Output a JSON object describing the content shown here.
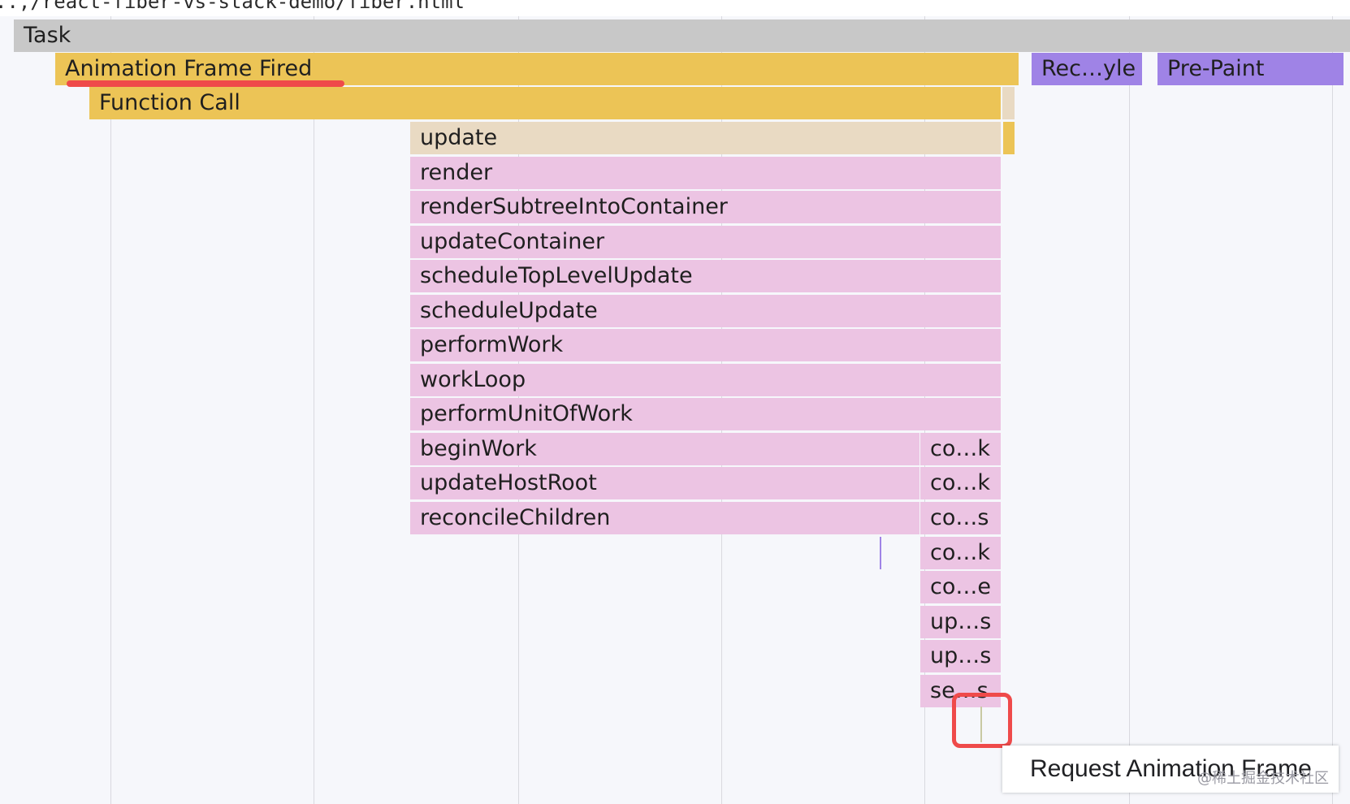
{
  "top_url_fragment": "..,/react-fiber-vs-stack-demo/fiber.html",
  "bars": {
    "task": "Task",
    "animation_frame_fired": "Animation Frame Fired",
    "recalc_style": "Rec…yle",
    "pre_paint": "Pre-Paint",
    "function_call": "Function Call",
    "update": "update",
    "render": "render",
    "render_subtree": "renderSubtreeIntoContainer",
    "update_container": "updateContainer",
    "schedule_top_level_update": "scheduleTopLevelUpdate",
    "schedule_update": "scheduleUpdate",
    "perform_work": "performWork",
    "work_loop": "workLoop",
    "perform_unit_of_work": "performUnitOfWork",
    "begin_work": "beginWork",
    "update_host_root": "updateHostRoot",
    "reconcile_children": "reconcileChildren",
    "right_col": [
      "co…k",
      "co…k",
      "co…s",
      "co…k",
      "co…e",
      "up…s",
      "up…s",
      "se…s"
    ]
  },
  "tooltip": "Request Animation Frame",
  "watermark": "@稀土掘金技术社区",
  "colors": {
    "task": "#c8c8c8",
    "scripting_yellow": "#ecc456",
    "function_tan": "#e9dac3",
    "js_pink": "#ecc4e3",
    "rendering_purple": "#9f83e6",
    "highlight_red": "#ef4a4a"
  }
}
